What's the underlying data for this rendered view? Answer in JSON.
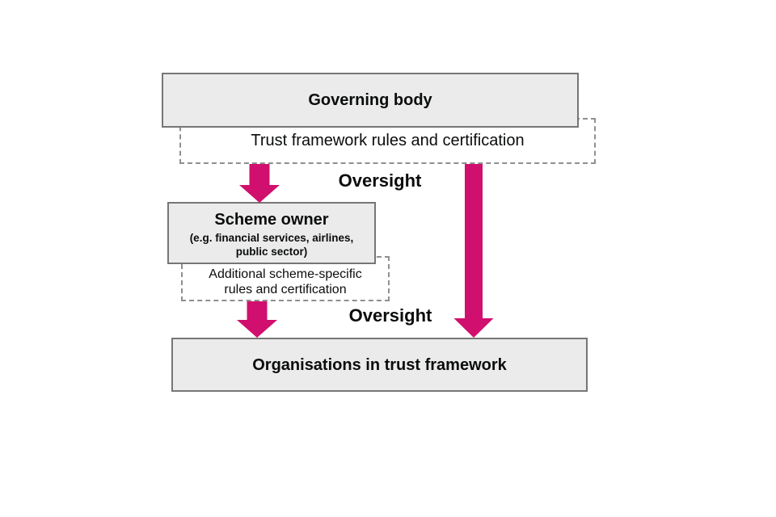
{
  "colors": {
    "accent_pink": "#d10f6e",
    "box_fill": "#ebebeb",
    "box_border": "#767676",
    "dashed_border": "#8f8f8f",
    "text": "#0b0c0c"
  },
  "diagram": {
    "governing_body": {
      "label": "Governing body"
    },
    "trust_framework_note": {
      "label": "Trust framework rules and certification"
    },
    "oversight_top": {
      "label": "Oversight"
    },
    "scheme_owner": {
      "title": "Scheme owner",
      "subtitle_line1": "(e.g. financial services, airlines,",
      "subtitle_line2": "public sector)"
    },
    "scheme_note": {
      "line1": "Additional scheme-specific",
      "line2": "rules and certification"
    },
    "oversight_bottom": {
      "label": "Oversight"
    },
    "organisations": {
      "label": "Organisations in trust framework"
    },
    "edges": [
      {
        "from": "governing-body",
        "to": "scheme-owner",
        "label": "Oversight"
      },
      {
        "from": "governing-body",
        "to": "organisations-in-trust-framework",
        "label": "Oversight"
      },
      {
        "from": "scheme-owner",
        "to": "organisations-in-trust-framework",
        "label": "Oversight"
      }
    ]
  }
}
